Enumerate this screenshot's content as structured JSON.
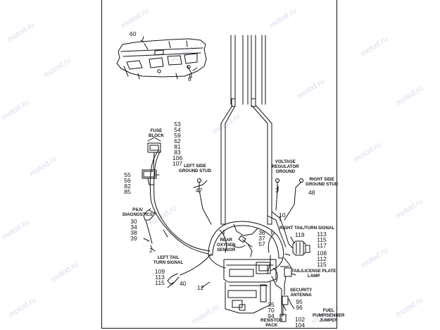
{
  "watermark": "motod.ru",
  "callouts": {
    "c60": "60",
    "c8": "8",
    "c47": "47",
    "c3": "3",
    "c48": "48",
    "c2": "2",
    "c10": "10",
    "c118": "118",
    "c40": "40",
    "c12": "12"
  },
  "callout_groups": {
    "fuse_block": [
      "53",
      "54",
      "59",
      "62",
      "81",
      "83",
      "106",
      "107"
    ],
    "relay": [
      "55",
      "56",
      "82",
      "85"
    ],
    "diagnostics": [
      "30",
      "34",
      "38",
      "39"
    ],
    "oxygen_sensor": [
      "36",
      "37",
      "57"
    ],
    "right_tail": [
      "113",
      "115",
      "117"
    ],
    "license_lamp": [
      "108",
      "112",
      "115"
    ],
    "left_tail": [
      "109",
      "113",
      "115"
    ],
    "security_antenna": [
      "95",
      "96"
    ],
    "resistor_pack": [
      "35",
      "70",
      "94"
    ],
    "fuel_pump_jumper": [
      "102",
      "104"
    ]
  },
  "labels": {
    "fuse_block": [
      "FUSE",
      "BLOCK"
    ],
    "left_ground_stud": [
      "LEFT SIDE",
      "GROUND STUD"
    ],
    "voltage_regulator_ground": [
      "VOLTAGE",
      "REGULATOR",
      "GROUND"
    ],
    "right_ground_stud": [
      "RIGHT SIDE",
      "GROUND STUD"
    ],
    "pa_diagnostics": [
      "P&A/",
      "DIAGNOSTICS"
    ],
    "right_tail_turn_signal": "RIGHT  TAIL/TURN SIGNAL",
    "rear_oxygen_sensor": [
      "REAR",
      "OXYGEN",
      "SENSOR"
    ],
    "left_tail_turn_signal": [
      "LEFT  TAIL",
      "TURN SIGNAL"
    ],
    "tail_license_plate_lamp": [
      "TAIL/LICENSE PLATE",
      "LAMP"
    ],
    "security_antenna": [
      "SECURITY",
      "ANTENNA"
    ],
    "resistor_pack": [
      "RESISTOR",
      "PACK"
    ],
    "fuel_pump_sender_jumper": [
      "FUEL",
      "PUMP/SENDER",
      "JUMPER"
    ]
  },
  "colors": {
    "line": "#111111",
    "background": "#ffffff",
    "watermark": "#d9dcef"
  }
}
